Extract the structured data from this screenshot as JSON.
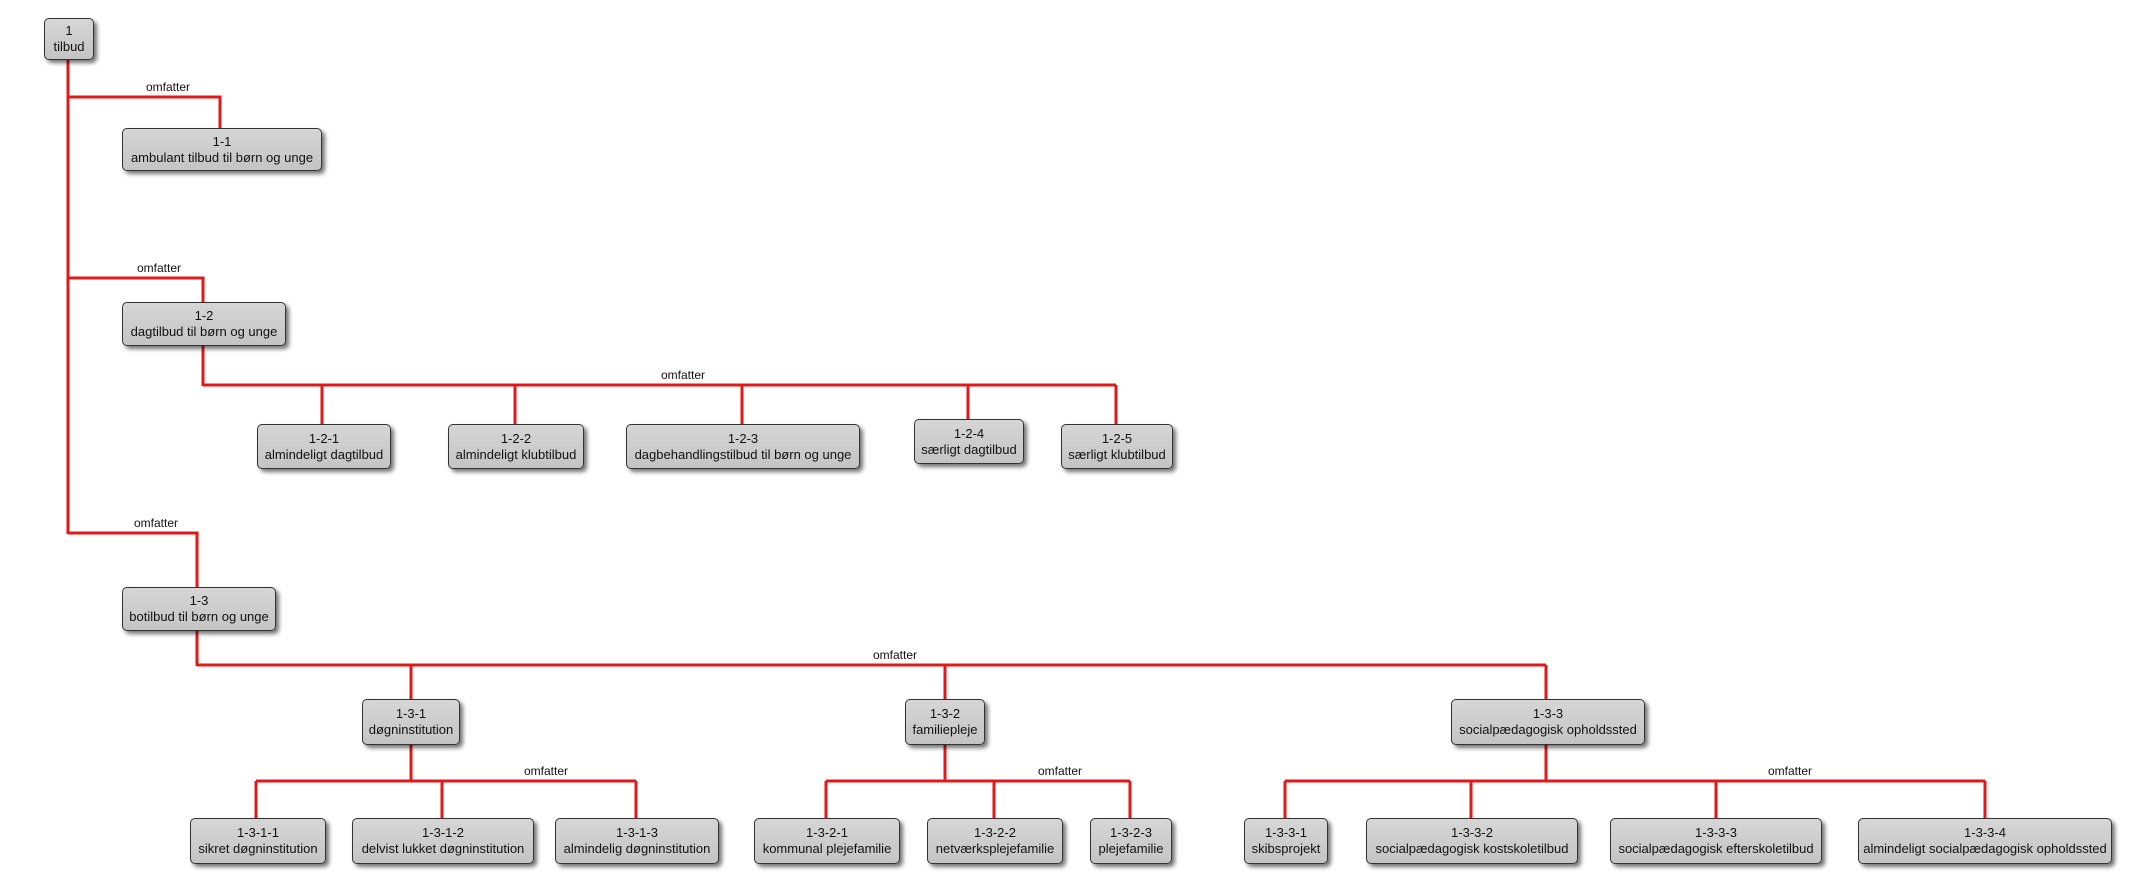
{
  "relation_label": "omfatter",
  "nodes": {
    "n1": {
      "id": "1",
      "label": "tilbud"
    },
    "n11": {
      "id": "1-1",
      "label": "ambulant tilbud til børn og unge"
    },
    "n12": {
      "id": "1-2",
      "label": "dagtilbud til børn og unge"
    },
    "n121": {
      "id": "1-2-1",
      "label": "almindeligt dagtilbud"
    },
    "n122": {
      "id": "1-2-2",
      "label": "almindeligt klubtilbud"
    },
    "n123": {
      "id": "1-2-3",
      "label": "dagbehandlingstilbud til børn og unge"
    },
    "n124": {
      "id": "1-2-4",
      "label": "særligt dagtilbud"
    },
    "n125": {
      "id": "1-2-5",
      "label": "særligt klubtilbud"
    },
    "n13": {
      "id": "1-3",
      "label": "botilbud til børn og unge"
    },
    "n131": {
      "id": "1-3-1",
      "label": "døgninstitution"
    },
    "n132": {
      "id": "1-3-2",
      "label": "familiepleje"
    },
    "n133": {
      "id": "1-3-3",
      "label": "socialpædagogisk opholdssted"
    },
    "n1311": {
      "id": "1-3-1-1",
      "label": "sikret døgninstitution"
    },
    "n1312": {
      "id": "1-3-1-2",
      "label": "delvist lukket døgninstitution"
    },
    "n1313": {
      "id": "1-3-1-3",
      "label": "almindelig døgninstitution"
    },
    "n1321": {
      "id": "1-3-2-1",
      "label": "kommunal plejefamilie"
    },
    "n1322": {
      "id": "1-3-2-2",
      "label": "netværksplejefamilie"
    },
    "n1323": {
      "id": "1-3-2-3",
      "label": "plejefamilie"
    },
    "n1331": {
      "id": "1-3-3-1",
      "label": "skibsprojekt"
    },
    "n1332": {
      "id": "1-3-3-2",
      "label": "socialpædagogisk kostskoletilbud"
    },
    "n1333": {
      "id": "1-3-3-3",
      "label": "socialpædagogisk efterskoletilbud"
    },
    "n1334": {
      "id": "1-3-3-4",
      "label": "almindeligt socialpædagogisk opholdssted"
    }
  }
}
